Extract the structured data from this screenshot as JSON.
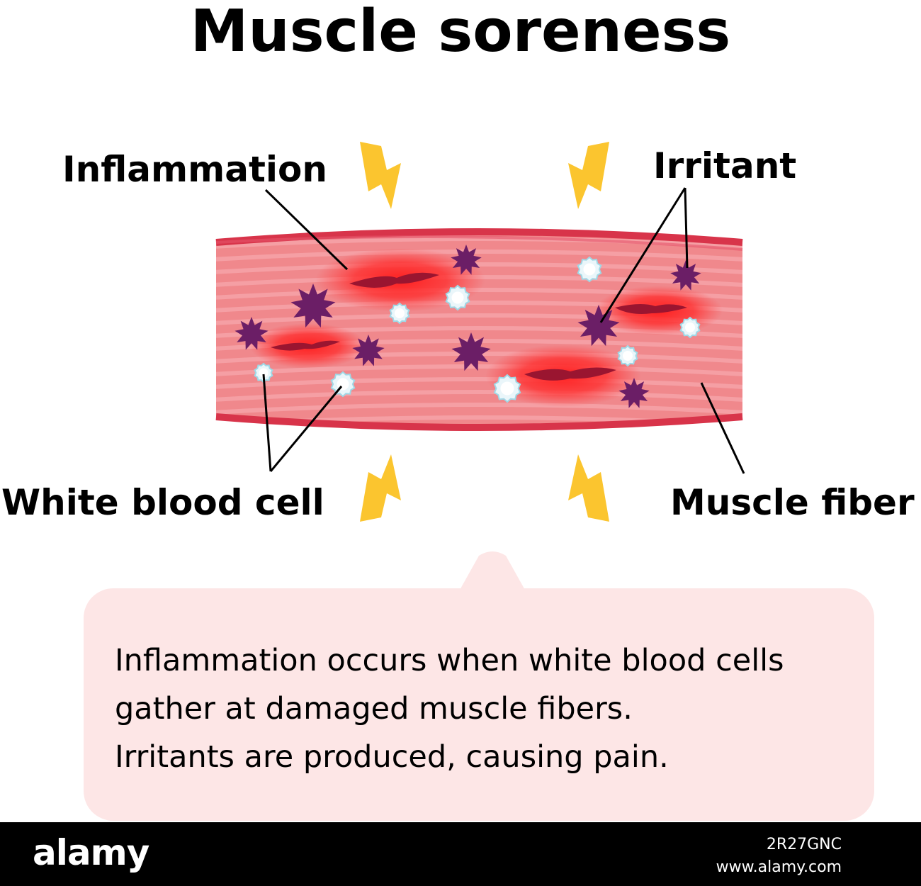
{
  "title": "Muscle soreness",
  "labels": {
    "inflammation": "Inflammation",
    "irritant": "Irritant",
    "white_blood_cell": "White blood cell",
    "muscle_fiber": "Muscle fiber"
  },
  "callout": {
    "lines": [
      "Inflammation occurs when white blood cells",
      "gather at damaged muscle fibers.",
      "Irritants are produced, causing pain."
    ]
  },
  "footer": {
    "logo": "alamy",
    "image_id": "2R27GNC",
    "url": "www.alamy.com"
  },
  "colors": {
    "muscle": "#f0888c",
    "muscle_edge": "#d8344a",
    "inflammation_glow": "#ff1a1a",
    "wound": "#9a1530",
    "irritant": "#6b1e66",
    "white_cell": "#eaf6fa",
    "white_cell_core": "#ffffff",
    "lightning": "#fbc52f",
    "callout_bg": "#fde6e6"
  },
  "icons": [
    "lightning-bolt-icon",
    "irritant-icon",
    "white-blood-cell-icon"
  ]
}
